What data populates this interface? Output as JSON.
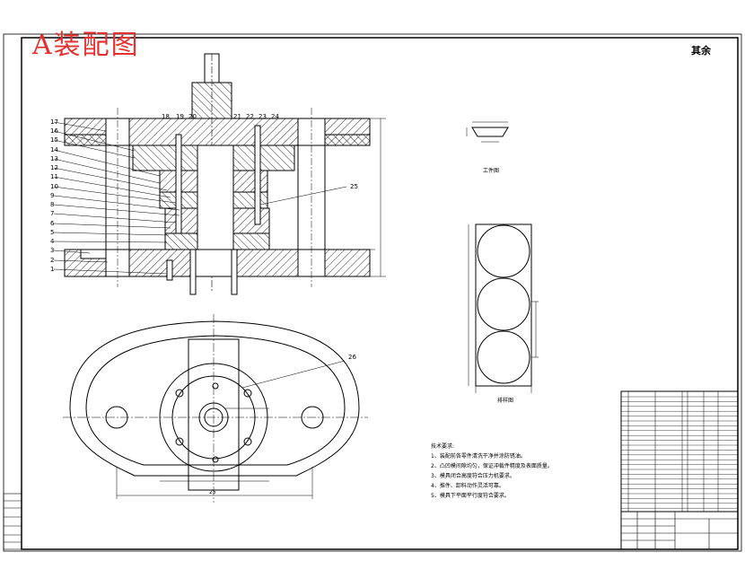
{
  "title": "A装配图",
  "roughness": "其余",
  "part_numbers_left": [
    "17",
    "16",
    "15",
    "14",
    "13",
    "12",
    "11",
    "10",
    "9",
    "8",
    "7",
    "6",
    "5",
    "4",
    "3",
    "2",
    "1"
  ],
  "part_numbers_top": [
    "18",
    "19",
    "20",
    "21",
    "22",
    "23",
    "24"
  ],
  "part_number_25": "25",
  "part_number_26": "26",
  "workpiece_label": "工件图",
  "layout_label": "排样图",
  "notes": {
    "heading": "技术要求:",
    "items": [
      "1、装配前各零件清洗干净并涂防锈油。",
      "2、凸凹模间隙均匀，保证冲裁件精度及表面质量。",
      "3、模具闭合高度符合压力机要求。",
      "4、推件、卸料动作灵活可靠。",
      "5、模具下平面平行度符合要求。"
    ]
  },
  "dim_bottom": "25",
  "colors": {
    "stamp": "#e53030",
    "line": "#000000"
  }
}
